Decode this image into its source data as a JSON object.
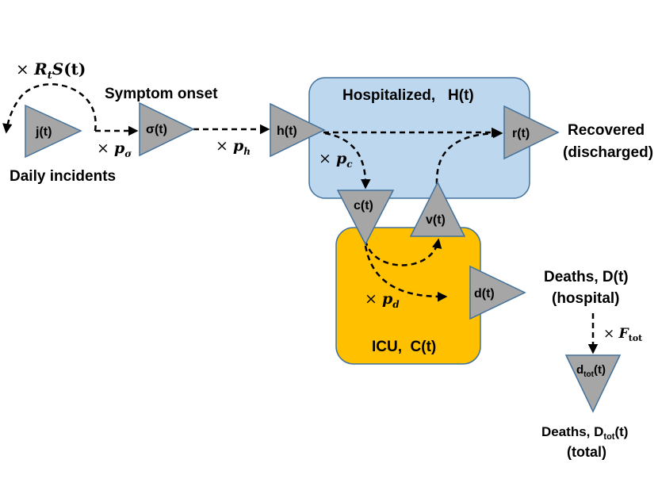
{
  "compartments": {
    "hospitalized": "Hospitalized,   H(t)",
    "icu": "ICU,  C(t)"
  },
  "nodes": {
    "j": "j(t)",
    "sigma": "σ(t)",
    "h": "h(t)",
    "r": "r(t)",
    "c": "c(t)",
    "v": "v(t)",
    "d": "d(t)",
    "dtot_main": "d",
    "dtot_sub": "tot",
    "dtot_tail": "(t)"
  },
  "labels": {
    "daily_incidents": "Daily incidents",
    "symptom_onset": "Symptom onset",
    "recovered_1": "Recovered",
    "recovered_2": "(discharged)",
    "deaths_1": "Deaths, D(t)",
    "deaths_2": "(hospital)",
    "deaths_tot_main": "Deaths, D",
    "deaths_tot_sub": "tot",
    "deaths_tot_tail": "(t)",
    "deaths_tot_2": "(total)"
  },
  "factors": {
    "rs": {
      "times": "×",
      "a": "R",
      "a_sub": "t",
      "b": "S",
      "c": "(t)"
    },
    "p_sigma": {
      "times": "×",
      "p": "p",
      "sub": "σ"
    },
    "p_h": {
      "times": "×",
      "p": "p",
      "sub": "h"
    },
    "p_c": {
      "times": "×",
      "p": "p",
      "sub": "c"
    },
    "p_d": {
      "times": "×",
      "p": "p",
      "sub": "d"
    },
    "f_tot": {
      "times": "×",
      "f": "F",
      "sub": "tot"
    }
  },
  "colors": {
    "hospital_fill": "#bdd7ee",
    "hospital_stroke": "#41719c",
    "icu_fill": "#ffc000",
    "icu_stroke": "#41719c",
    "node_fill": "#a6a6a6"
  }
}
